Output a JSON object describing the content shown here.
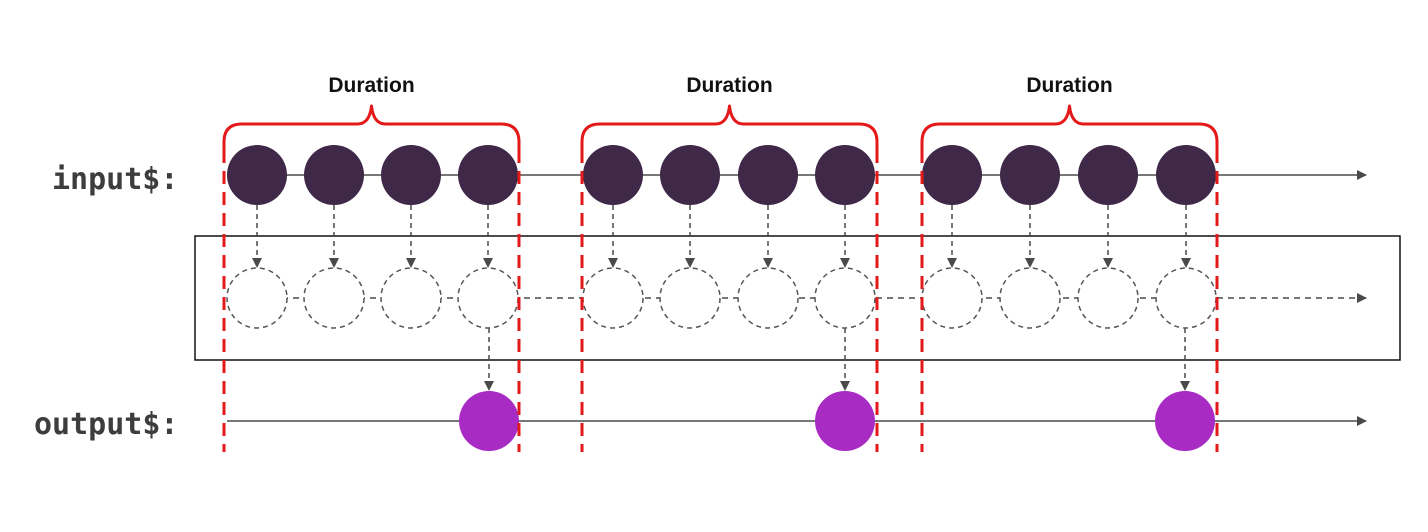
{
  "streams": {
    "input_label": "input$:",
    "output_label": "output$:"
  },
  "windows": [
    {
      "label": "Duration"
    },
    {
      "label": "Duration"
    },
    {
      "label": "Duration"
    }
  ],
  "events_per_window": 4,
  "output_events_per_window": 1,
  "colors": {
    "input_marble": "#3f2848",
    "output_marble": "#a82bc4",
    "window_bracket": "#e41a1a",
    "window_fill": "#ffc4c4",
    "timeline": "#4a4a4a"
  }
}
